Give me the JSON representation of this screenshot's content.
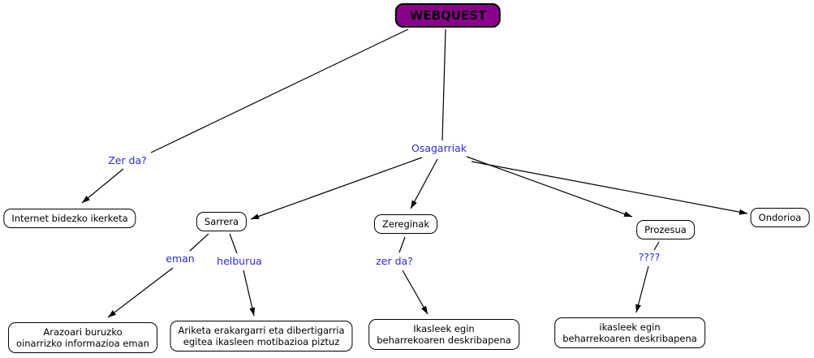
{
  "colors": {
    "root_fill": "#8B008B",
    "link_text": "#2B2BD0",
    "node_border": "#000000",
    "node_fill": "#FFFFFF",
    "edge": "#000000"
  },
  "nodes": {
    "root": {
      "label": "WEBQUEST"
    },
    "internet": {
      "label": "Internet bidezko ikerketa"
    },
    "sarrera": {
      "label": "Sarrera"
    },
    "zereginak": {
      "label": "Zereginak"
    },
    "prozesua": {
      "label": "Prozesua"
    },
    "ondorioa": {
      "label": "Ondorioa"
    },
    "arazoari": {
      "line1": "Arazoari buruzko",
      "line2": "oinarrizko informazioa eman"
    },
    "ariketa": {
      "line1": "Ariketa erakargarri eta dibertigarria",
      "line2": "egitea ikasleen motibazioa piztuz"
    },
    "ikasleek_zereginak": {
      "line1": "Ikasleek egin",
      "line2": "beharrekoaren deskribapena"
    },
    "ikasleek_prozesua": {
      "line1": "ikasleek egin",
      "line2": "beharrekoaren deskribapena"
    }
  },
  "link_labels": {
    "zer_da_root": "Zer da?",
    "osagarriak": "Osagarriak",
    "eman": "eman",
    "helburua": "helburua",
    "zer_da_zereginak": "zer da?",
    "galderak": "????"
  }
}
